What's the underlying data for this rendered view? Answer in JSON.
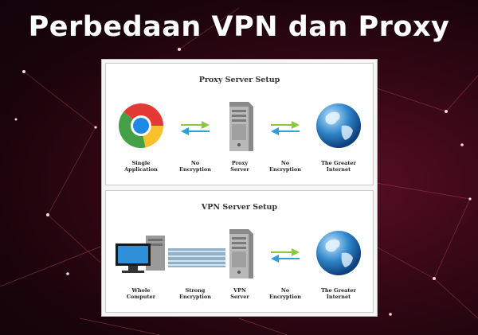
{
  "headline": "Perbedaan VPN dan Proxy",
  "proxy_setup": {
    "title": "Proxy Server Setup",
    "labels": {
      "client": "Single\nApplication",
      "link1": "No\nEncryption",
      "server": "Proxy\nServer",
      "link2": "No\nEncryption",
      "internet": "The Greater\nInternet"
    }
  },
  "vpn_setup": {
    "title": "VPN Server Setup",
    "labels": {
      "client": "Whole\nComputer",
      "link1": "Strong\nEncryption",
      "server": "VPN\nServer",
      "link2": "No\nEncryption",
      "internet": "The Greater\nInternet"
    }
  },
  "icons": {
    "browser": "chrome-browser-icon",
    "server": "server-tower-icon",
    "globe": "globe-icon",
    "computer": "desktop-computer-icon",
    "arrows": "bidirectional-arrows-icon"
  },
  "colors": {
    "arrow_green": "#8dc63f",
    "arrow_blue": "#29a3d8",
    "background": "#3a0817"
  }
}
